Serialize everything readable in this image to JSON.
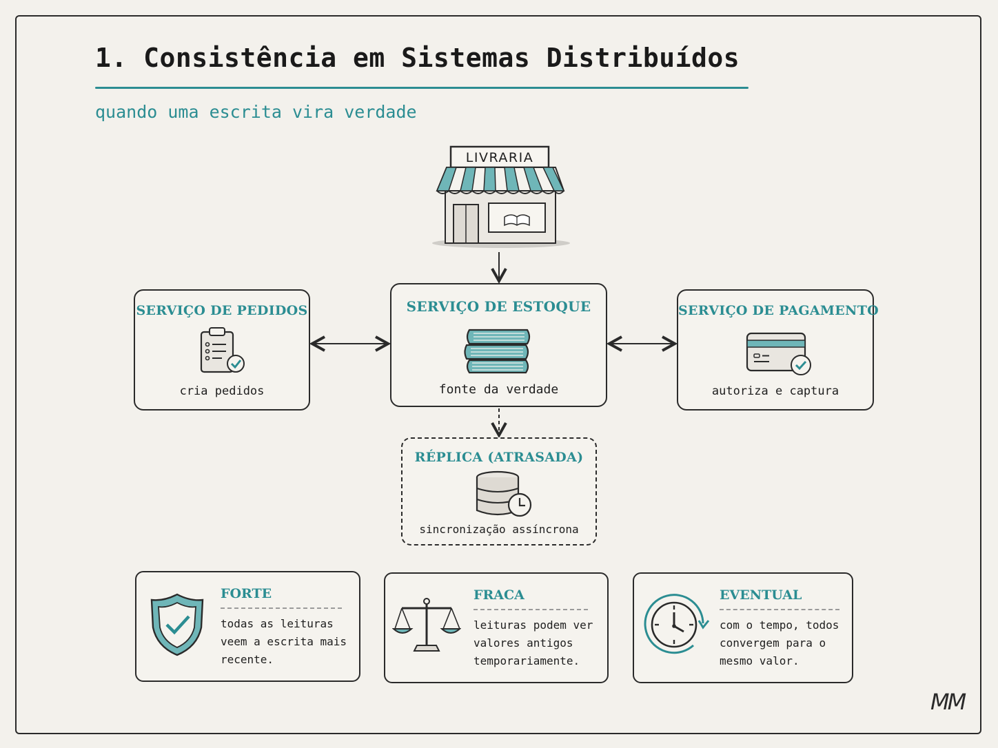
{
  "title": "1. Consistência em Sistemas Distribuídos",
  "subtitle": "quando uma escrita vira verdade",
  "store": {
    "sign": "LIVRARIA"
  },
  "services": {
    "pedidos": {
      "title": "SERVIÇO DE PEDIDOS",
      "caption": "cria pedidos",
      "icon": "clipboard-check-icon"
    },
    "estoque": {
      "title": "SERVIÇO DE ESTOQUE",
      "caption": "fonte da verdade",
      "icon": "book-stack-icon"
    },
    "pagamento": {
      "title": "SERVIÇO DE PAGAMENTO",
      "caption": "autoriza e captura",
      "icon": "credit-card-check-icon"
    },
    "replica": {
      "title": "RÉPLICA (ATRASADA)",
      "caption": "sincronização assíncrona",
      "icon": "database-clock-icon"
    }
  },
  "cards": [
    {
      "title": "FORTE",
      "lines": [
        "todas as leituras",
        "veem a escrita mais",
        "recente."
      ],
      "icon": "shield-check-icon"
    },
    {
      "title": "FRACA",
      "lines": [
        "leituras podem ver",
        "valores antigos",
        "temporariamente."
      ],
      "icon": "balance-scale-icon"
    },
    {
      "title": "EVENTUAL",
      "lines": [
        "com o tempo, todos",
        "convergem para o",
        "mesmo valor."
      ],
      "icon": "clock-cycle-icon"
    }
  ],
  "signature": "MM",
  "colors": {
    "accent": "#2b8d92",
    "ink": "#1e1e1e",
    "paper": "#f3f1ec"
  }
}
